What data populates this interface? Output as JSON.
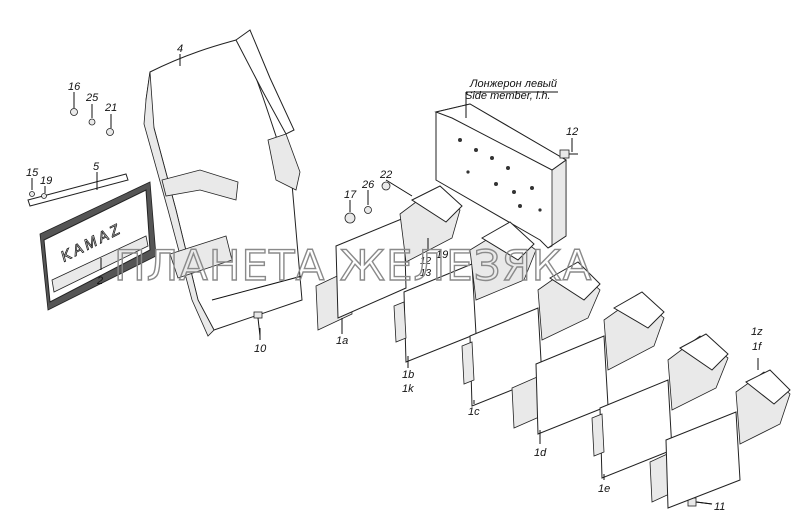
{
  "diagram": {
    "callouts": [
      {
        "id": "p4",
        "text": "4"
      },
      {
        "id": "p16",
        "text": "16"
      },
      {
        "id": "p25",
        "text": "25"
      },
      {
        "id": "p21",
        "text": "21"
      },
      {
        "id": "p5",
        "text": "5"
      },
      {
        "id": "p15",
        "text": "15"
      },
      {
        "id": "p19a",
        "text": "19"
      },
      {
        "id": "p2",
        "text": "2"
      },
      {
        "id": "p10",
        "text": "10"
      },
      {
        "id": "p17",
        "text": "17"
      },
      {
        "id": "p26",
        "text": "26"
      },
      {
        "id": "p22",
        "text": "22"
      },
      {
        "id": "p12a",
        "text": "12"
      },
      {
        "id": "p12b",
        "text": "12"
      },
      {
        "id": "p13",
        "text": "13"
      },
      {
        "id": "p19b",
        "text": "19"
      },
      {
        "id": "p1a",
        "text": "1a"
      },
      {
        "id": "p1b",
        "text": "1b"
      },
      {
        "id": "p1k",
        "text": "1k"
      },
      {
        "id": "p1c",
        "text": "1c"
      },
      {
        "id": "p1d",
        "text": "1d"
      },
      {
        "id": "p1e",
        "text": "1e"
      },
      {
        "id": "p1z",
        "text": "1z"
      },
      {
        "id": "p1f",
        "text": "1f"
      },
      {
        "id": "p11",
        "text": "11"
      }
    ],
    "side_member_ru": "Лонжерон левый",
    "side_member_en": "Side member, l.h.",
    "mudflap_brand": "KAMAZ",
    "watermark": "ПЛАНЕТА ЖЕЛЕЗЯКА"
  }
}
